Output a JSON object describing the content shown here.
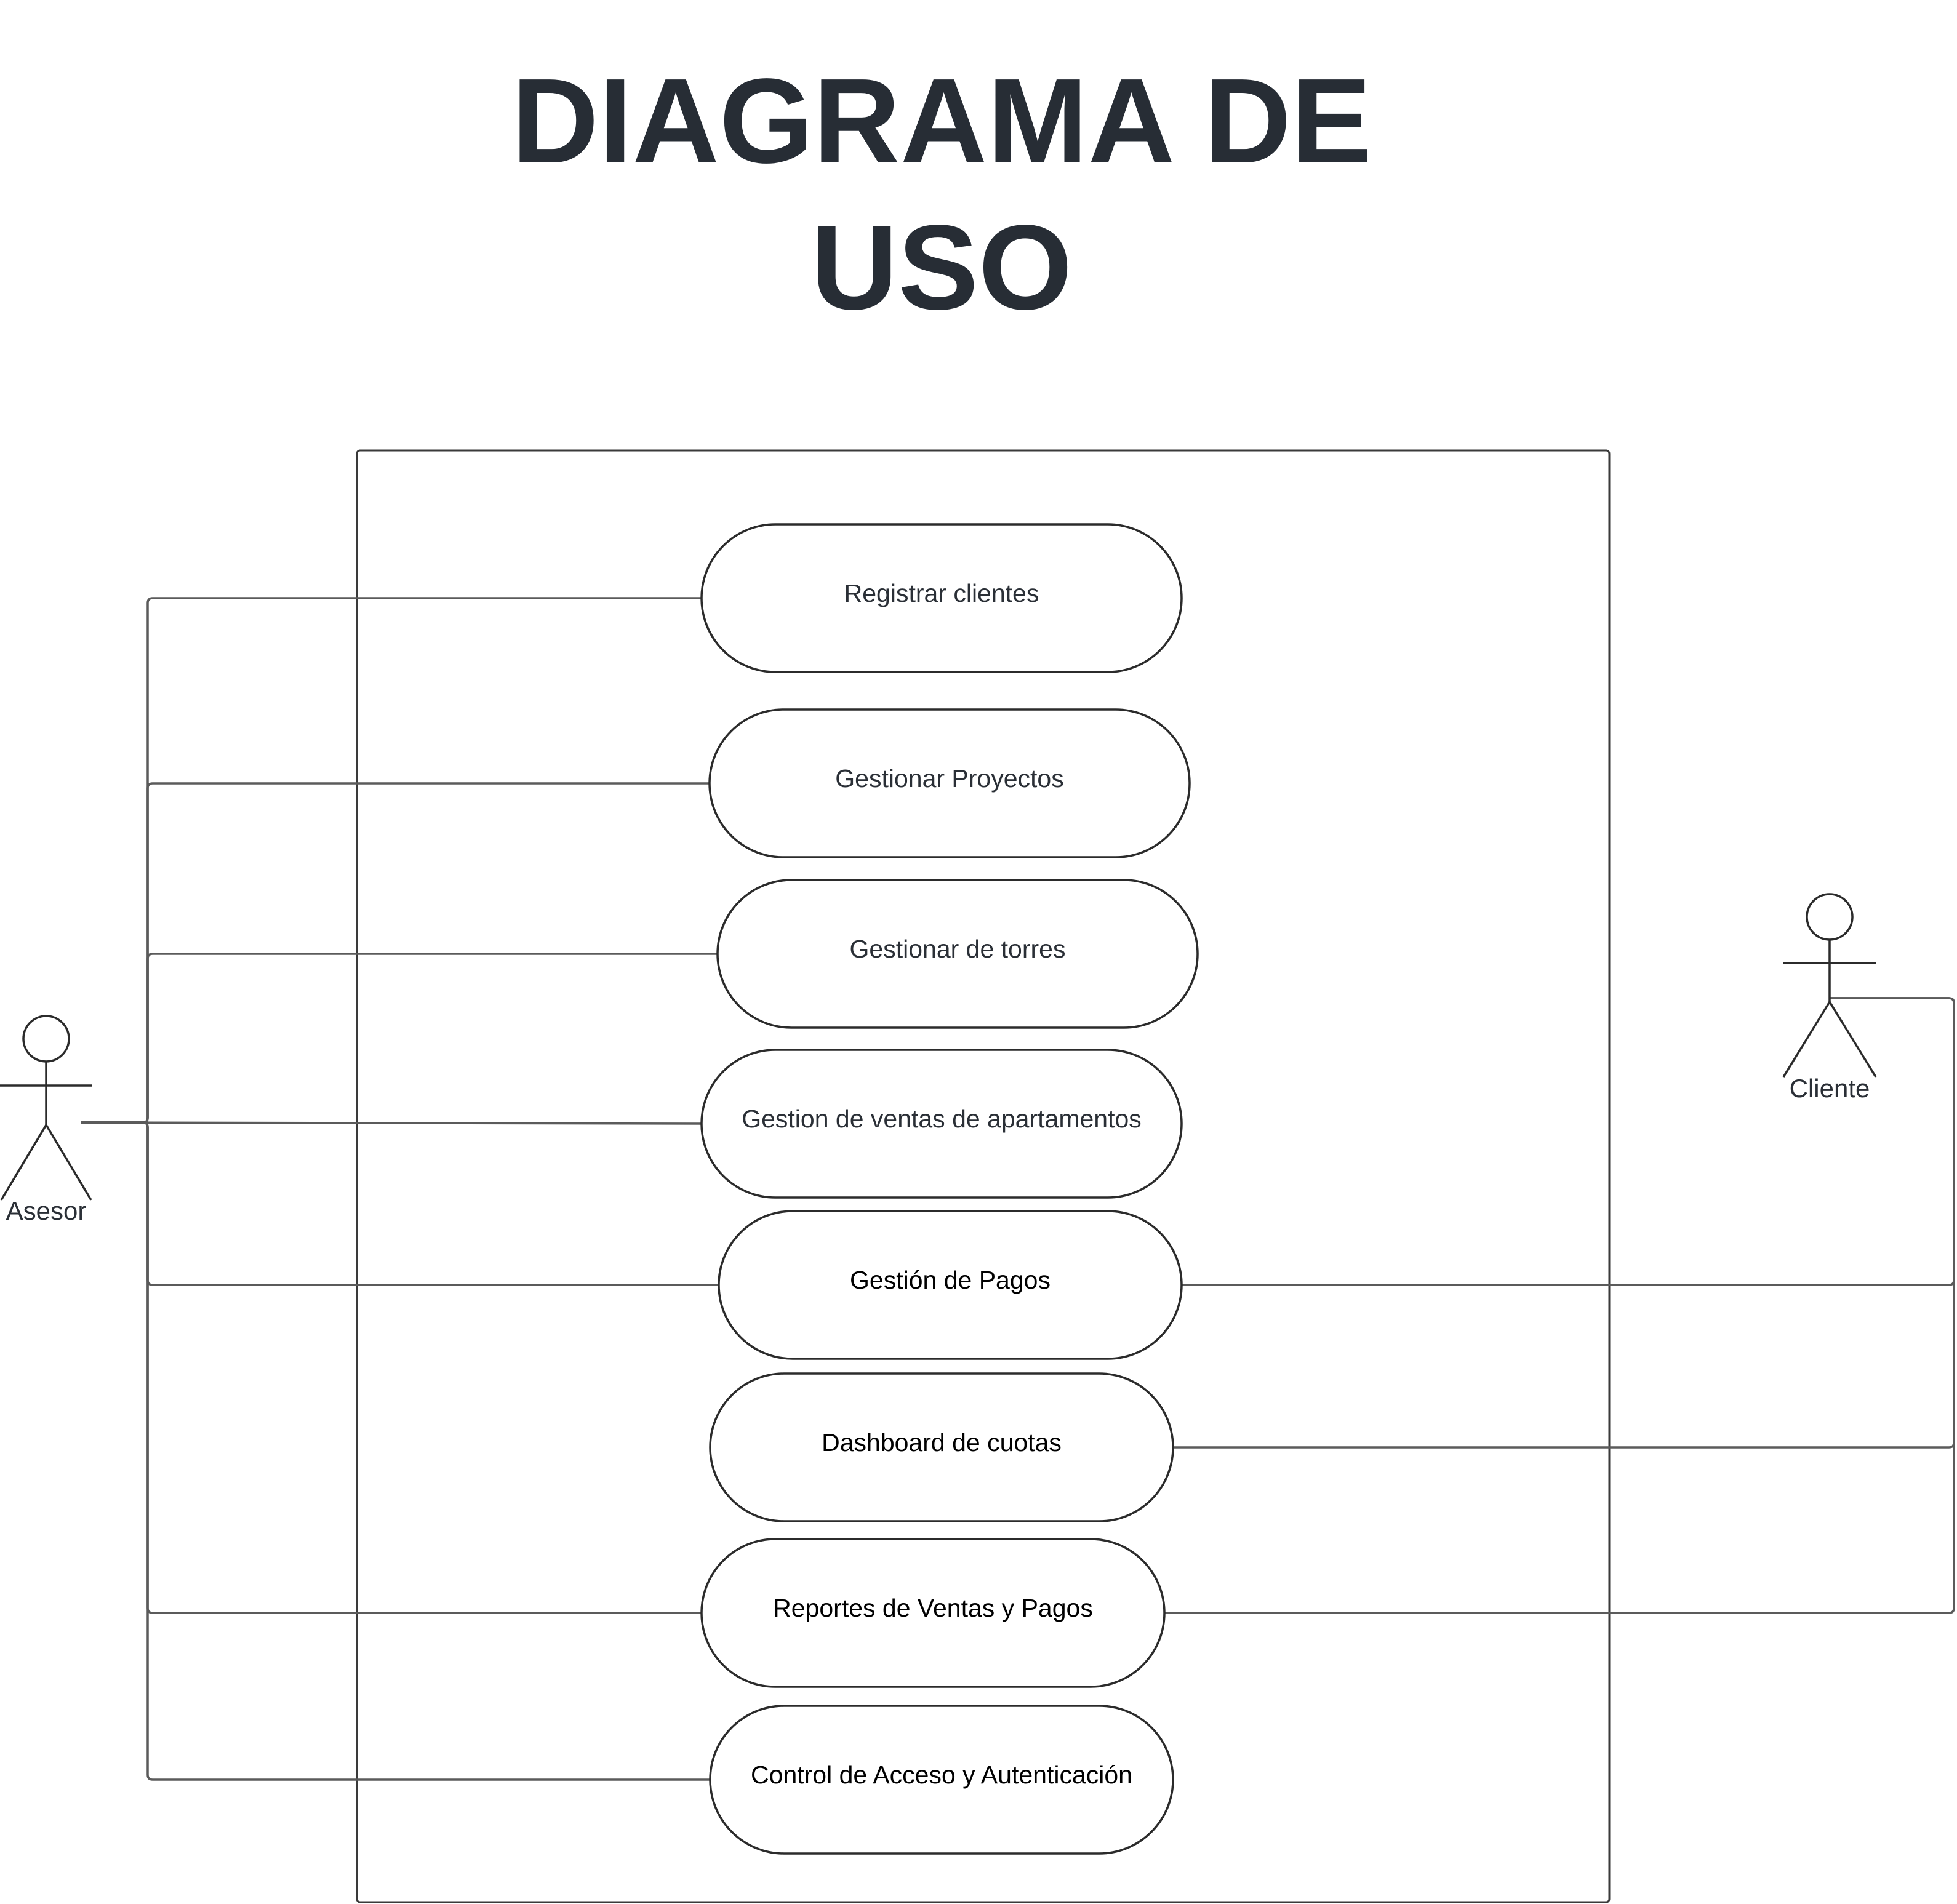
{
  "title": {
    "line1": "DIAGRAMA DE",
    "line2": "USO"
  },
  "actors": {
    "asesor": {
      "label": "Asesor"
    },
    "cliente": {
      "label": "Cliente"
    }
  },
  "use_cases": [
    {
      "id": "registrar-clientes",
      "label": "Registrar clientes",
      "text_color": "#2a2f36"
    },
    {
      "id": "gestionar-proyectos",
      "label": "Gestionar Proyectos",
      "text_color": "#2a2f36"
    },
    {
      "id": "gestionar-de-torres",
      "label": "Gestionar de torres",
      "text_color": "#2a2f36"
    },
    {
      "id": "gestion-de-ventas-de-apartamentos",
      "label": "Gestion de ventas de apartamentos",
      "text_color": "#2a2f36"
    },
    {
      "id": "gestion-de-pagos",
      "label": "Gestión de Pagos",
      "text_color": "#000000"
    },
    {
      "id": "dashboard-de-cuotas",
      "label": "Dashboard de cuotas",
      "text_color": "#000000"
    },
    {
      "id": "reportes-de-ventas-y-pagos",
      "label": "Reportes de Ventas y Pagos",
      "text_color": "#000000"
    },
    {
      "id": "control-de-acceso-y-autenticacion",
      "label": "Control de Acceso y Autenticación",
      "text_color": "#000000"
    }
  ],
  "associations": {
    "asesor": [
      "registrar-clientes",
      "gestionar-proyectos",
      "gestionar-de-torres",
      "gestion-de-ventas-de-apartamentos",
      "gestion-de-pagos",
      "reportes-de-ventas-y-pagos",
      "control-de-acceso-y-autenticacion"
    ],
    "cliente": [
      "gestion-de-pagos",
      "dashboard-de-cuotas",
      "reportes-de-ventas-y-pagos"
    ]
  },
  "colors": {
    "title": "#272d35",
    "stroke": "#2b2b2b",
    "connector": "#5b5b5b",
    "background": "#ffffff"
  }
}
